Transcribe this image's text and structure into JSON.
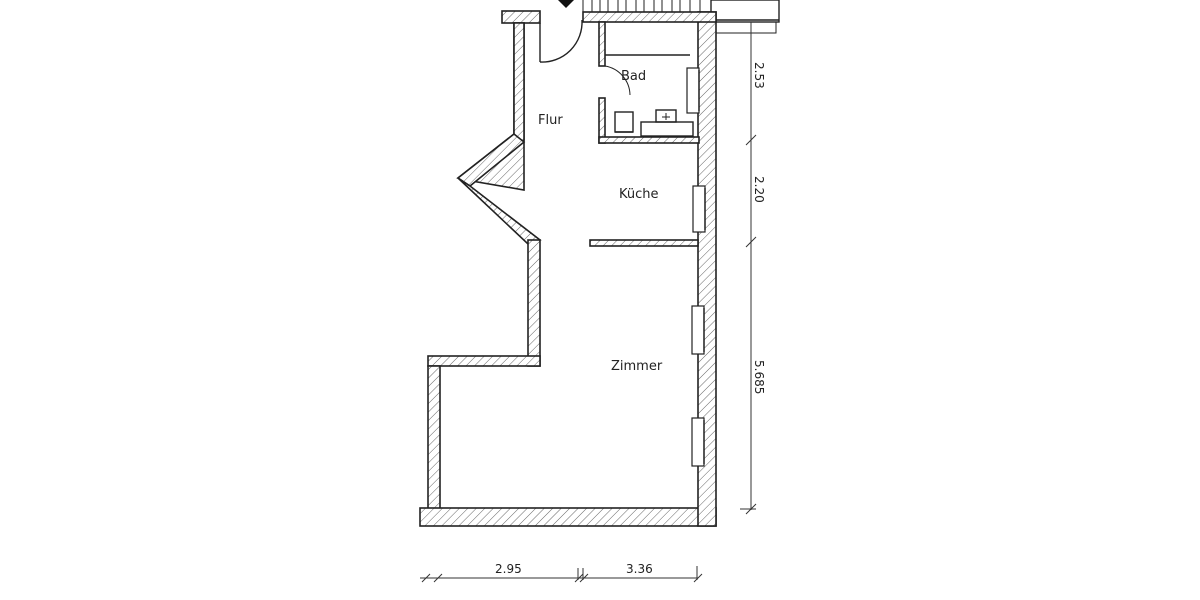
{
  "plan": {
    "rooms": [
      {
        "name": "Flur"
      },
      {
        "name": "Bad"
      },
      {
        "name": "Küche"
      },
      {
        "name": "Zimmer"
      }
    ],
    "dimensions": {
      "vertical": [
        "2.53",
        "2.20",
        "5.685"
      ],
      "horizontal": [
        "2.95",
        "3.36"
      ]
    },
    "colors": {
      "background": "#ffffff",
      "lines": "#222222"
    }
  }
}
